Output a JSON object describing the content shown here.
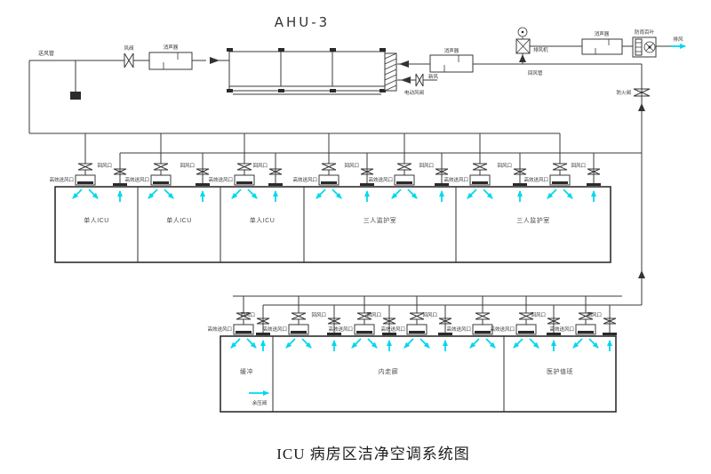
{
  "title": "ICU 病房区洁净空调系统图",
  "ahu": {
    "label": "AHU-3"
  },
  "colors": {
    "line": "#3a3a3a",
    "cyan_arrow": "#00d8ec",
    "background": "#ffffff"
  },
  "labels": {
    "supply_duct": "送风管",
    "valve": "风阀",
    "silencer": "消声器",
    "fresh_air": "新风",
    "motor_damper": "电动风阀",
    "return_duct": "回风管",
    "exhaust_fan": "排风机",
    "rain_louver": "防雨百叶",
    "exhaust_air": "排风",
    "fire_damper": "防火阀",
    "hepa_outlet": "高效送风口",
    "return_grille": "回风口",
    "relief_valve": "余压阀"
  },
  "rooms": {
    "row1": [
      "单人ICU",
      "单人ICU",
      "单人ICU",
      "三人监护室",
      "三人监护室"
    ],
    "row2": [
      "缓冲",
      "内走廊",
      "医护值班"
    ]
  }
}
